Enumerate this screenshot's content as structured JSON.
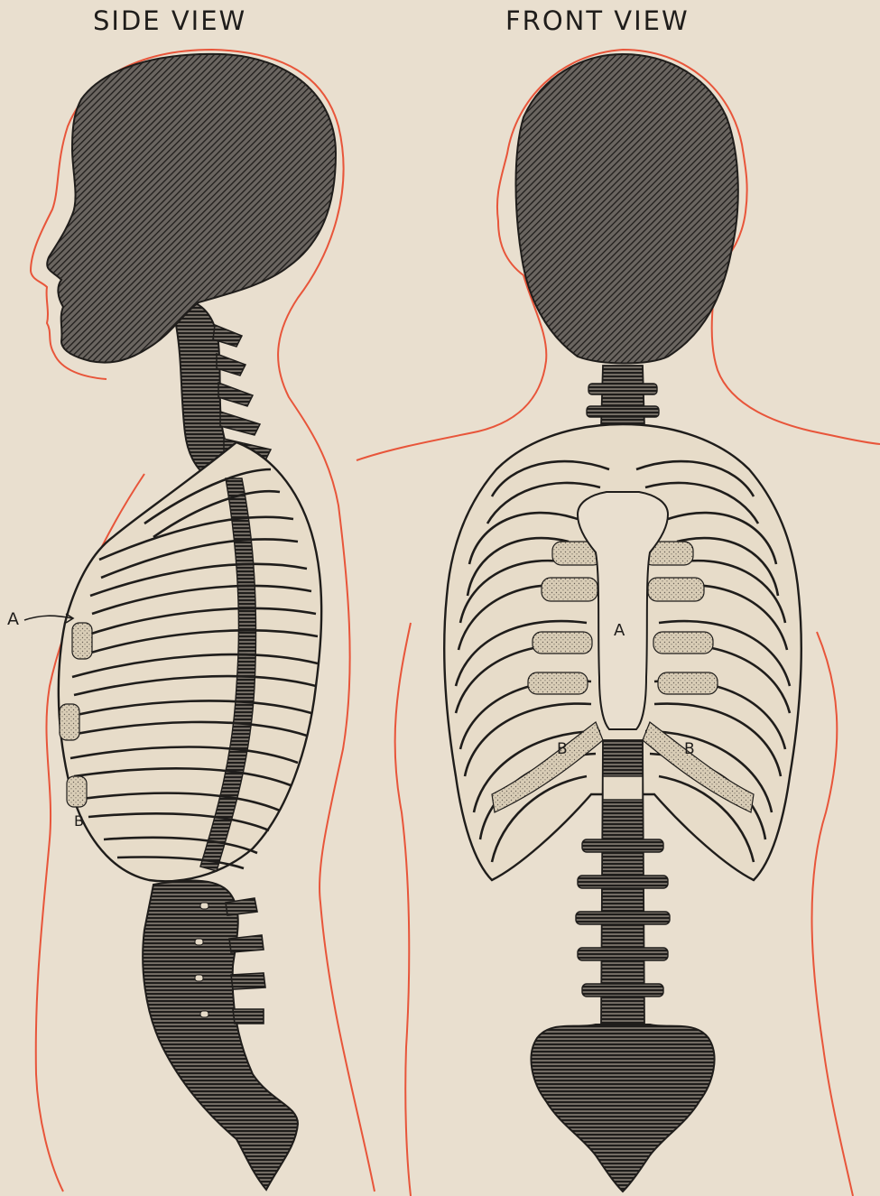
{
  "titles": {
    "side": "SIDE VIEW",
    "front": "FRONT VIEW"
  },
  "labels": {
    "side_a": "A",
    "side_b": "B",
    "front_a": "A",
    "front_b_left": "B",
    "front_b_right": "B"
  },
  "colors": {
    "paper": "#e9dfcf",
    "ink": "#1f1d1b",
    "bone_fill": "#e7dcc9",
    "cartilage": "#cfc3ad",
    "body_outline": "#e8553a"
  }
}
